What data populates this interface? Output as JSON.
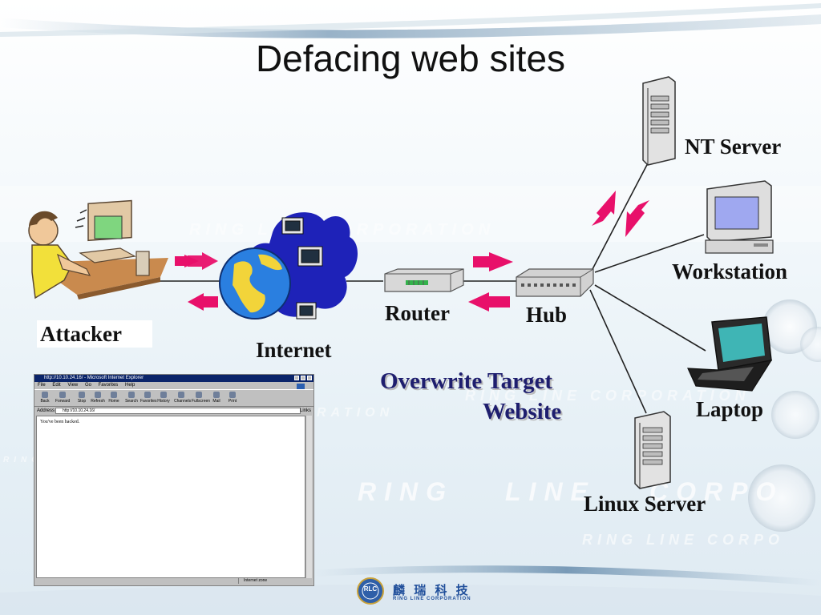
{
  "slide": {
    "title": "Defacing web sites",
    "watermark": {
      "line1": "RING LINE CORPORATION",
      "line2": "RING LINE CORPORATION",
      "line3a": "RING",
      "line3b": "LINE",
      "line3c": "CORPO",
      "line4": "RING LINE CORPO",
      "left_a": "RATION",
      "left_b": "RING"
    }
  },
  "nodes": {
    "attacker": "Attacker",
    "internet": "Internet",
    "router": "Router",
    "hub": "Hub",
    "nt_server": "NT Server",
    "workstation": "Workstation",
    "laptop": "Laptop",
    "linux_server": "Linux Server"
  },
  "action_text": {
    "line1": "Overwrite Target",
    "line2": "Website"
  },
  "browser": {
    "window_title": "http://10.10.24.16/ - Microsoft Internet Explorer",
    "menu": [
      "File",
      "Edit",
      "View",
      "Go",
      "Favorites",
      "Help"
    ],
    "tools": [
      "Back",
      "Forward",
      "Stop",
      "Refresh",
      "Home",
      "Search",
      "Favorites",
      "History",
      "Channels",
      "Fullscreen",
      "Mail",
      "Print"
    ],
    "address_label": "Address",
    "address": "http://10.10.24.16/",
    "links_label": "Links",
    "content_text": "You've been hacked.",
    "status_zone": "Internet zone"
  },
  "footer": {
    "logo_initials": "RLC",
    "company_cjk": "麟 瑞 科 技",
    "company_en": "RING LINE CORPORATION"
  },
  "colors": {
    "arrow": "#e8106a",
    "label_dark": "#1e1e6e",
    "line": "#222222"
  }
}
